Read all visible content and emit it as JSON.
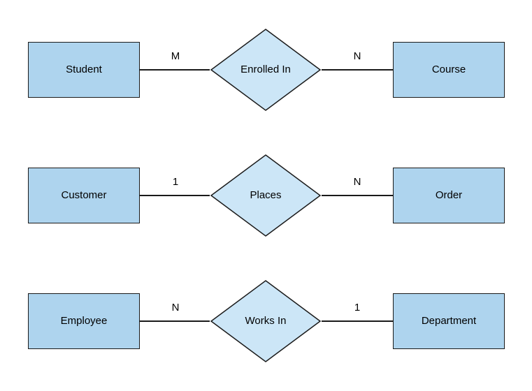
{
  "diagram": {
    "type": "entity-relationship-diagram",
    "colors": {
      "background": "#ffffff",
      "entity_fill": "#aed4ee",
      "relationship_fill": "#cce6f7",
      "stroke": "#1a1a1a",
      "text": "#000000"
    },
    "rows": [
      {
        "left_entity": "Student",
        "left_cardinality": "M",
        "relationship": "Enrolled In",
        "right_cardinality": "N",
        "right_entity": "Course"
      },
      {
        "left_entity": "Customer",
        "left_cardinality": "1",
        "relationship": "Places",
        "right_cardinality": "N",
        "right_entity": "Order"
      },
      {
        "left_entity": "Employee",
        "left_cardinality": "N",
        "relationship": "Works In",
        "right_cardinality": "1",
        "right_entity": "Department"
      }
    ]
  }
}
